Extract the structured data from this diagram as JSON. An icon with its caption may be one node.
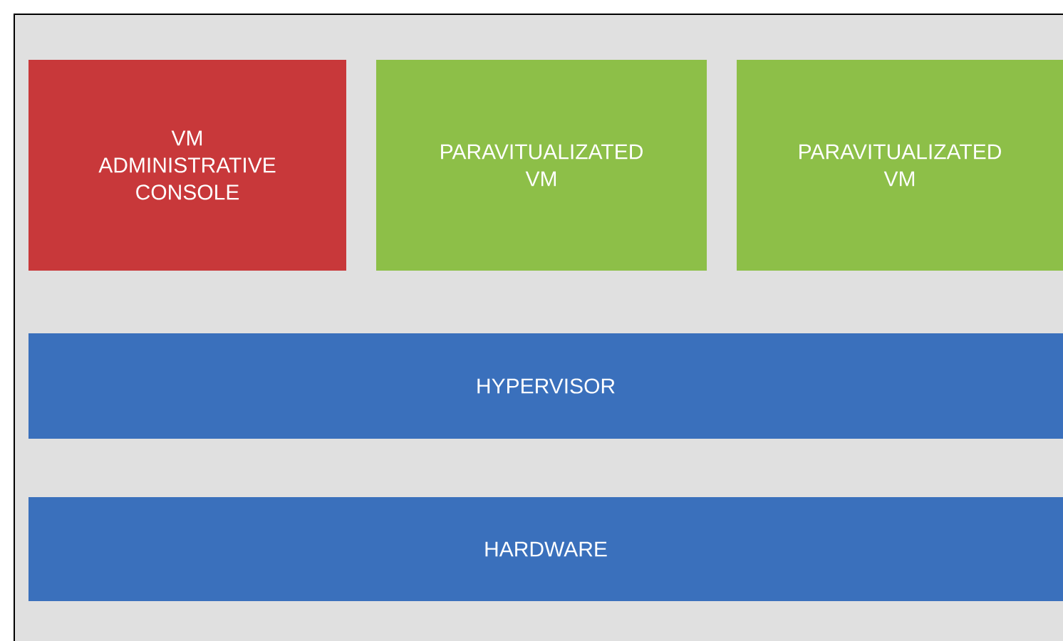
{
  "diagram": {
    "nodes": [
      {
        "text": [
          "VM ADMINISTRATIVE CONSOLE"
        ]
      },
      {
        "text": [
          "PARAVITUALIZATED VM"
        ]
      },
      {
        "text": [
          "PARAVITUALIZATED VM"
        ]
      },
      {
        "text": [
          "HYPERVISOR"
        ]
      },
      {
        "text": [
          "HARDWARE"
        ]
      }
    ]
  }
}
